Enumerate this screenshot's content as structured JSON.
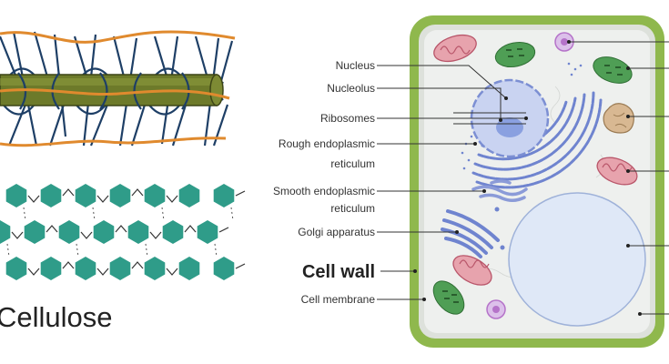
{
  "cellulose": {
    "title": "Cellulose"
  },
  "plant_cell": {
    "labels": {
      "nucleus": "Nucleus",
      "nucleolus": "Nucleolus",
      "ribosomes": "Ribosomes",
      "rough_er_line1": "Rough endoplasmic",
      "rough_er_line2": "reticulum",
      "smooth_er_line1": "Smooth endoplasmic",
      "smooth_er_line2": "reticulum",
      "golgi": "Golgi apparatus",
      "cell_wall": "Cell wall",
      "cell_membrane": "Cell membrane"
    }
  },
  "colors": {
    "cell_wall": "#8fb84d",
    "cytoplasm": "#eef0ee",
    "hexagon": "#2f9c89",
    "fiber": "#e08a2e",
    "mesh": "#1e3f66",
    "microfibril": "#6d7a2a",
    "nucleus": "#c9d3f1",
    "er": "#6f84cf",
    "vacuole": "#dfe8f7",
    "chloroplast": "#4f9e55",
    "mitochondrion": "#e7a3ad",
    "amyloplast": "#d8b892",
    "peroxisome": "#b573c9"
  }
}
